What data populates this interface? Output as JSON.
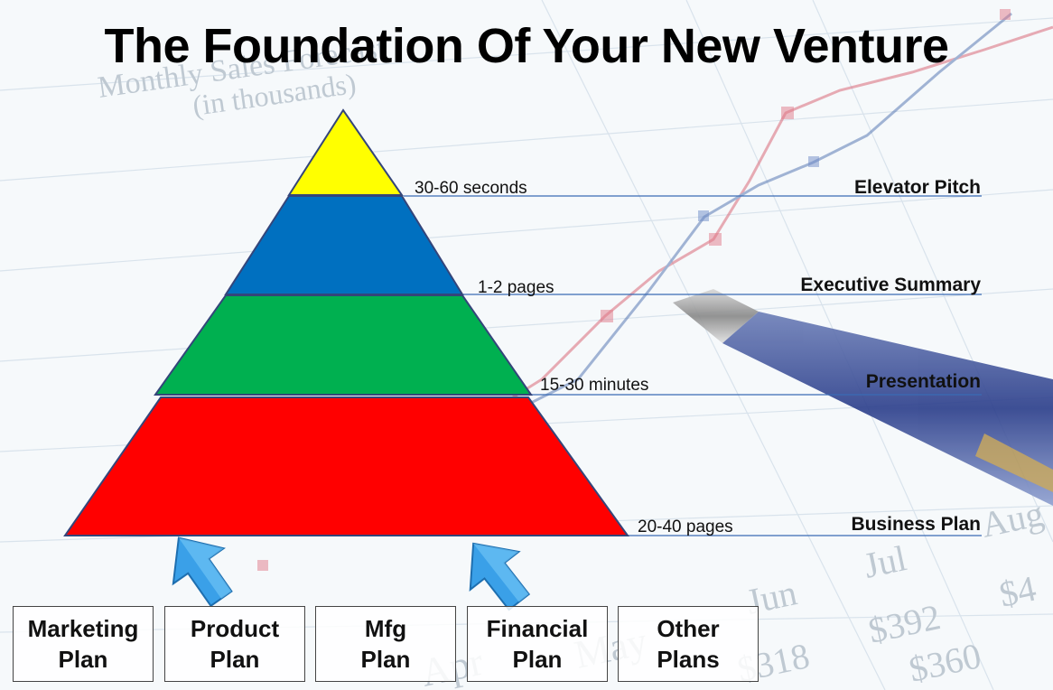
{
  "title": "The Foundation Of Your New Venture",
  "tiers": [
    {
      "name": "Elevator Pitch",
      "time": "30-60 seconds",
      "color": "#ffff00"
    },
    {
      "name": "Executive Summary",
      "time": "1-2 pages",
      "color": "#0070c0"
    },
    {
      "name": "Presentation",
      "time": "15-30 minutes",
      "color": "#00b050"
    },
    {
      "name": "Business Plan",
      "time": "20-40 pages",
      "color": "#ff0000"
    }
  ],
  "plans": [
    {
      "label": "Marketing\nPlan"
    },
    {
      "label": "Product\nPlan"
    },
    {
      "label": "Mfg\nPlan"
    },
    {
      "label": "Financial\nPlan"
    },
    {
      "label": "Other\nPlans"
    }
  ],
  "arrow_icon": "up-arrow-icon",
  "background": {
    "chart_text": [
      "Monthly Sales Forecast",
      "(in thousands)",
      "Jun",
      "Jul",
      "Aug",
      "May",
      "Apr",
      "$392",
      "$318",
      "$360",
      "$4"
    ],
    "line_colors": [
      "#d96a7a",
      "#5a7ab5"
    ]
  }
}
